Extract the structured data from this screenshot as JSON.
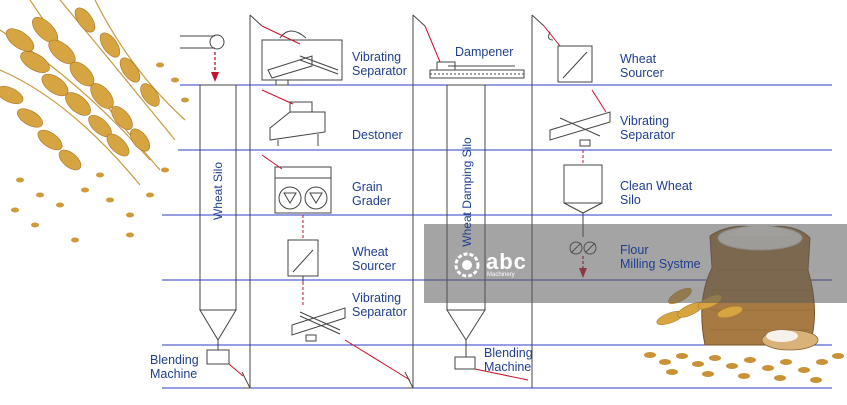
{
  "colors": {
    "line_blue": "#2b3cc4",
    "line_gray": "#777777",
    "line_black": "#333333",
    "arrow_red": "#c8102e",
    "text_blue": "#1e3f8f",
    "wheat": "#d9a63a",
    "sack": "#a77a43"
  },
  "labels": {
    "vibrating_separator_top": [
      "Vibrating",
      "Separator"
    ],
    "destoner": [
      "Destoner"
    ],
    "grain_grader": [
      "Grain",
      "Grader"
    ],
    "wheat_sourcer_mid": [
      "Wheat",
      "Sourcer"
    ],
    "vibrating_separator_bottom": [
      "Vibrating",
      "Separator"
    ],
    "dampener": [
      "Dampener"
    ],
    "wheat_sourcer_right": [
      "Wheat",
      "Sourcer"
    ],
    "vibrating_separator_right": [
      "Vibrating",
      "Separator"
    ],
    "clean_wheat_silo": [
      "Clean Wheat",
      "Silo"
    ],
    "flour_milling": [
      "Flour",
      "Milling Systme"
    ],
    "blending_machine_left": [
      "Blending",
      "Machine"
    ],
    "blending_machine_right": [
      "Blending",
      "Machine"
    ]
  },
  "vertical_labels": {
    "wheat_silo": "Wheat Silo",
    "wheat_damping_silo": "Wheat Damping Silo"
  },
  "watermark": {
    "brand": "abc",
    "sub": "Machinery"
  },
  "icons": [
    "wheat-sheaf-image",
    "flour-sack-image",
    "abc-gear-logo"
  ]
}
